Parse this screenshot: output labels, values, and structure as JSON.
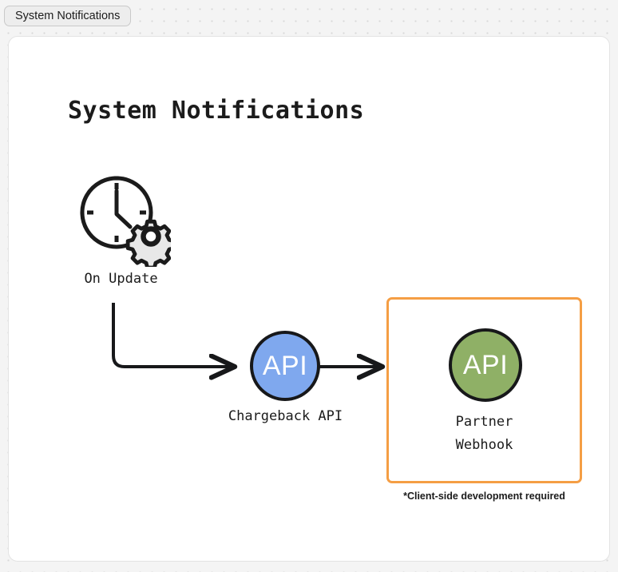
{
  "tab": {
    "label": "System Notifications"
  },
  "diagram": {
    "title": "System Notifications",
    "nodes": {
      "on_update": {
        "icon": "clock-gear-icon",
        "label": "On Update"
      },
      "chargeback_api": {
        "badge": "API",
        "label": "Chargeback API",
        "color": "#7fa8ee"
      },
      "partner_webhook": {
        "badge": "API",
        "label_line1": "Partner",
        "label_line2": "Webhook",
        "color": "#8fb066"
      }
    },
    "group_box": {
      "border_color": "#f59e44",
      "footnote": "*Client-side development required"
    },
    "arrows": [
      {
        "name": "on-update-to-chargeback",
        "style": "elbow",
        "from": "on_update",
        "to": "chargeback_api"
      },
      {
        "name": "chargeback-to-partner",
        "style": "straight",
        "from": "chargeback_api",
        "to": "partner_webhook"
      }
    ]
  }
}
